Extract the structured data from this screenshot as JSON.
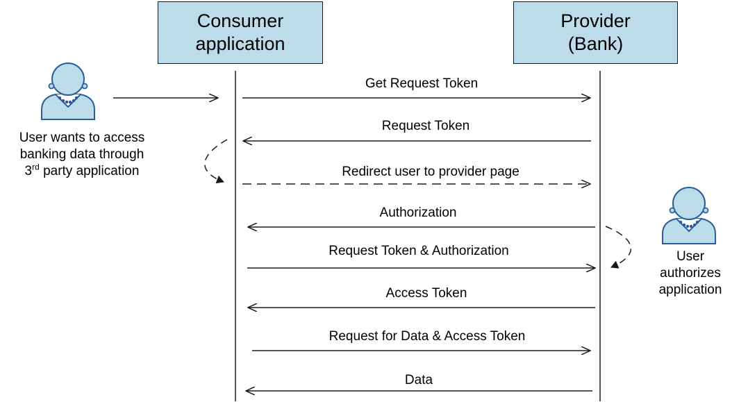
{
  "consumer": {
    "line1": "Consumer",
    "line2": "application"
  },
  "provider": {
    "line1": "Provider",
    "line2": "(Bank)"
  },
  "user_left": {
    "line1": "User wants to access",
    "line2": "banking data through",
    "line3_pre": "3",
    "line3_sup": "rd",
    "line3_post": " party application"
  },
  "user_right": {
    "line1": "User",
    "line2": "authorizes",
    "line3": "application"
  },
  "messages": [
    "Get Request Token",
    "Request Token",
    "Redirect user to provider page",
    "Authorization",
    "Request Token & Authorization",
    "Access Token",
    "Request for Data & Access Token",
    "Data"
  ],
  "colors": {
    "box_fill": "#bcdcea",
    "user_fill": "#bcdcea",
    "user_stroke": "#2a5c9a",
    "line": "#1a1a1a"
  }
}
